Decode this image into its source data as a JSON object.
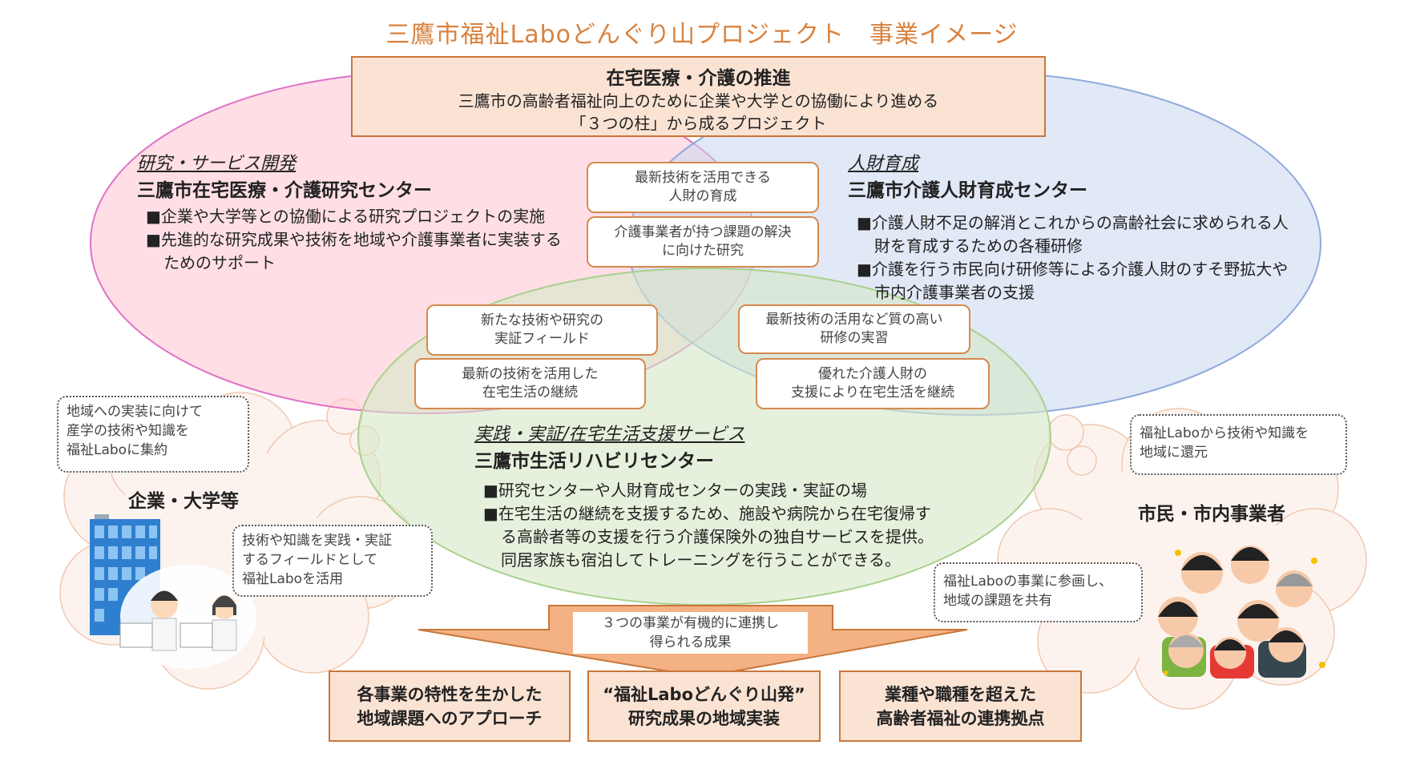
{
  "title": "三鷹市福祉Laboどんぐり山プロジェクト　事業イメージ",
  "top_box": {
    "heading": "在宅医療・介護の推進",
    "lines": [
      "三鷹市の高齢者福祉向上のために企業や大学との協働により進める",
      "「３つの柱」から成るプロジェクト"
    ]
  },
  "research": {
    "category": "研究・サービス開発",
    "center": "三鷹市在宅医療・介護研究センター",
    "bullets": [
      "■企業や大学等との協働による研究プロジェクトの実施",
      "■先進的な研究成果や技術を地域や介護事業者に実装するためのサポート"
    ]
  },
  "training": {
    "category": "人財育成",
    "center": "三鷹市介護人財育成センター",
    "bullets": [
      "■介護人財不足の解消とこれからの高齢社会に求められる人財を育成するための各種研修",
      "■介護を行う市民向け研修等による介護人財のすそ野拡大や市内介護事業者の支援"
    ]
  },
  "rehab": {
    "category": "実践・実証/在宅生活支援サービス",
    "center": "三鷹市生活リハビリセンター",
    "bullets": [
      "■研究センターや人財育成センターの実践・実証の場",
      "■在宅生活の継続を支援するため、施設や病院から在宅復帰する高齢者等の支援を行う介護保険外の独自サービスを提供。同居家族も宿泊してトレーニングを行うことができる。"
    ]
  },
  "overlap_boxes": [
    [
      "最新技術を活用できる",
      "人財の育成"
    ],
    [
      "介護事業者が持つ課題の解決",
      "に向けた研究"
    ],
    [
      "新たな技術や研究の",
      "実証フィールド"
    ],
    [
      "最新の技術を活用した",
      "在宅生活の継続"
    ],
    [
      "最新技術の活用など質の高い",
      "研修の実習"
    ],
    [
      "優れた介護人財の",
      "支援により在宅生活を継続"
    ]
  ],
  "companies": {
    "label": "企業・大学等",
    "notes": [
      [
        "地域への実装に向けて",
        "産学の技術や知識を",
        "福祉Laboに集約"
      ],
      [
        "技術や知識を実践・実証",
        "するフィールドとして",
        "福祉Laboを活用"
      ]
    ]
  },
  "citizens": {
    "label": "市民・市内事業者",
    "notes": [
      [
        "福祉Laboから技術や知識を",
        "地域に還元"
      ],
      [
        "福祉Laboの事業に参画し、",
        "地域の課題を共有"
      ]
    ]
  },
  "arrow_text": [
    "３つの事業が有機的に連携し",
    "得られる成果"
  ],
  "outcomes": [
    [
      "各事業の特性を生かした",
      "地域課題へのアプローチ"
    ],
    [
      "“福祉Laboどんぐり山発”",
      "研究成果の地域実装"
    ],
    [
      "業種や職種を超えた",
      "高齢者福祉の連携拠点"
    ]
  ],
  "colors": {
    "title": "#d9823f",
    "box_fill": "#fbe3d4",
    "box_border": "#c8773a",
    "pink": "#ffd6dd",
    "blue": "#d6e0f3",
    "green": "#dcecd0"
  }
}
